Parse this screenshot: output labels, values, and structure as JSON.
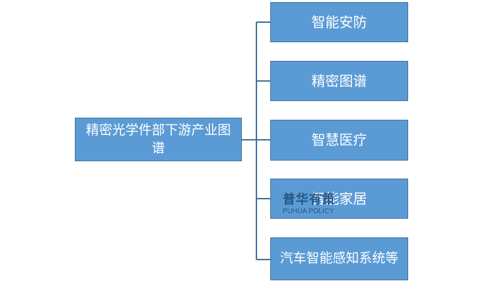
{
  "diagram": {
    "root": {
      "label": "精密光学件部下游产业图谱"
    },
    "children": [
      {
        "label": "智能安防"
      },
      {
        "label": "精密图谱"
      },
      {
        "label": "智慧医疗"
      },
      {
        "label": "智能家居"
      },
      {
        "label": "汽车智能感知系统等"
      }
    ],
    "colors": {
      "box_fill": "#5b9bd5",
      "box_border": "#41719c",
      "line": "#41719c",
      "text": "#ffffff"
    }
  },
  "watermark": {
    "cn": "普华有策",
    "en": "PUHUA POLICY"
  }
}
